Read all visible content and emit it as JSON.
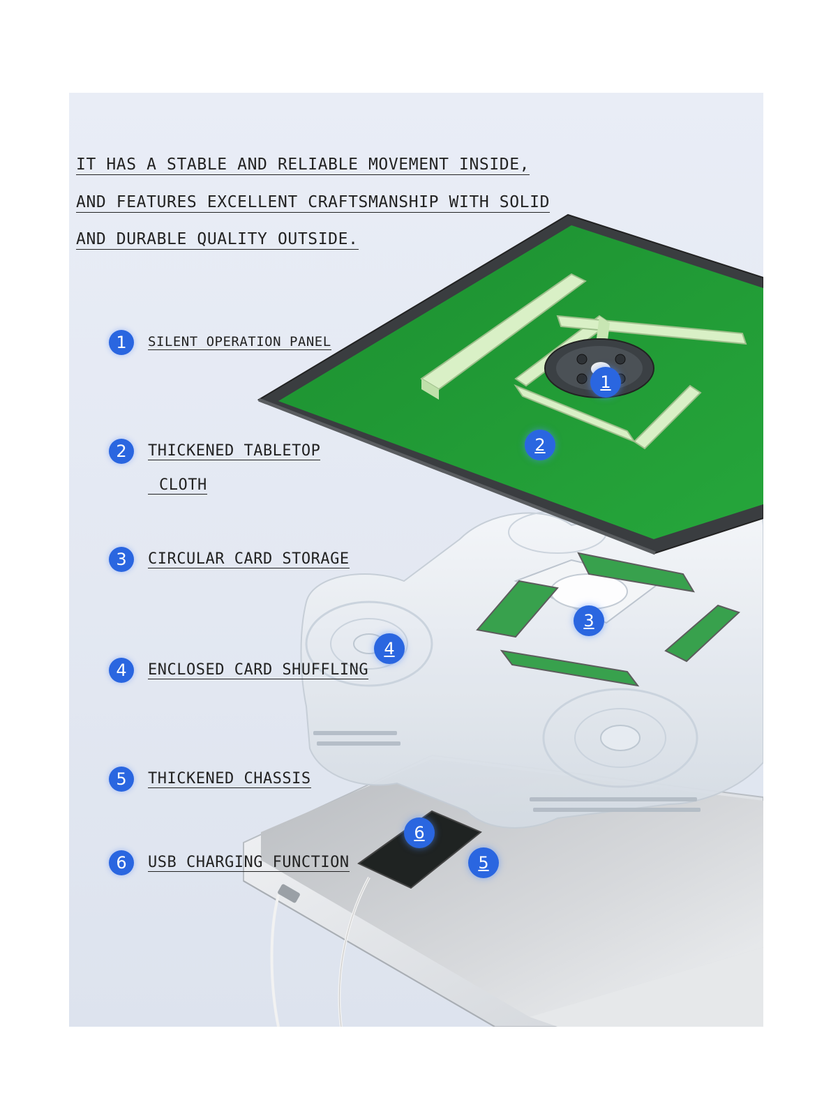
{
  "headline": [
    "IT HAS A STABLE AND RELIABLE MOVEMENT INSIDE,",
    "AND FEATURES EXCELLENT CRAFTSMANSHIP WITH SOLID",
    "AND DURABLE QUALITY OUTSIDE."
  ],
  "features": [
    {
      "num": "1",
      "label": "SILENT OPERATION PANEL"
    },
    {
      "num": "2",
      "label": "THICKENED TABLETOP",
      "label2": "CLOTH"
    },
    {
      "num": "3",
      "label": "CIRCULAR CARD STORAGE"
    },
    {
      "num": "4",
      "label": "ENCLOSED CARD SHUFFLING"
    },
    {
      "num": "5",
      "label": "THICKENED CHASSIS"
    },
    {
      "num": "6",
      "label": "USB CHARGING FUNCTION"
    }
  ],
  "markers": [
    "1",
    "2",
    "3",
    "4",
    "5",
    "6"
  ],
  "colors": {
    "badge": "#2a66e0",
    "felt": "#1f9a35",
    "tile": "#d9f0c6",
    "frame": "#3a3d40"
  }
}
